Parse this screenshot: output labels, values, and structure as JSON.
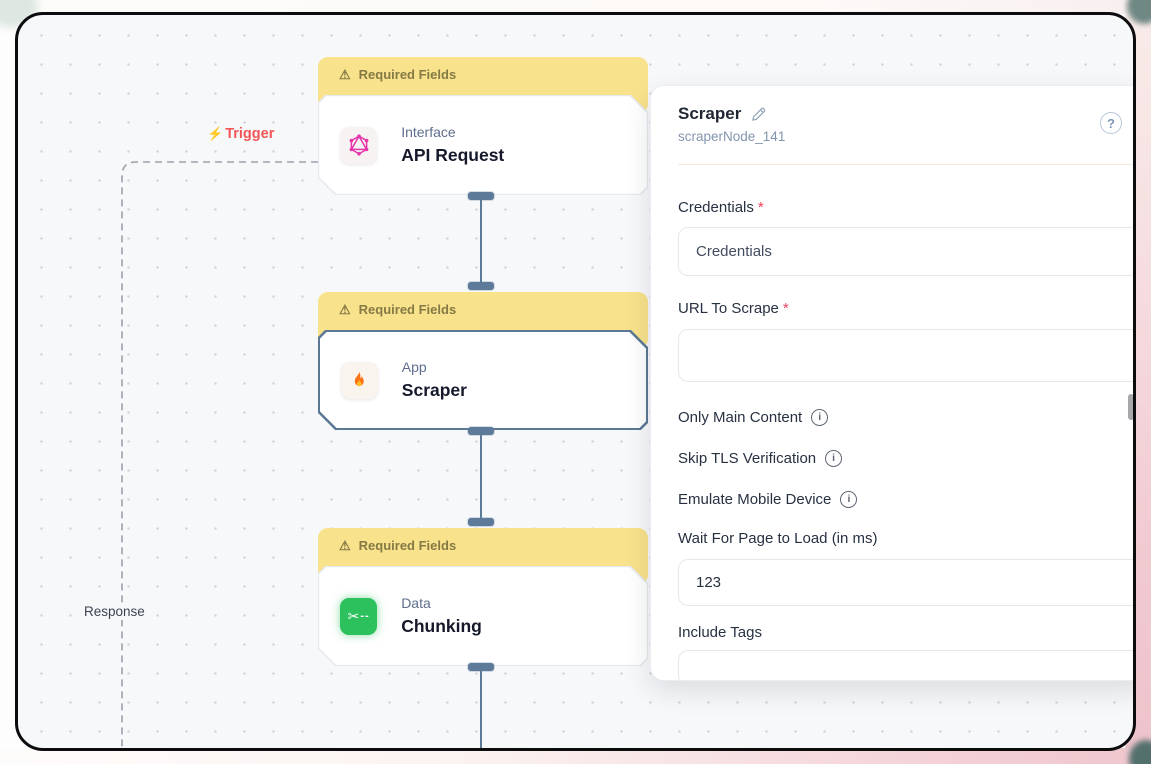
{
  "canvas": {
    "trigger_label": "Trigger",
    "response_label": "Response",
    "nodes": [
      {
        "banner": "Required Fields",
        "category": "Interface",
        "title": "API Request",
        "icon": "graphql-icon"
      },
      {
        "banner": "Required Fields",
        "category": "App",
        "title": "Scraper",
        "icon": "flame-icon"
      },
      {
        "banner": "Required Fields",
        "category": "Data",
        "title": "Chunking",
        "icon": "scissors-icon"
      }
    ]
  },
  "panel": {
    "title": "Scraper",
    "node_id": "scraperNode_141",
    "required_marker": "*",
    "fields": {
      "credentials_label": "Credentials",
      "credentials_value": "Credentials",
      "url_label": "URL To Scrape",
      "url_value": "",
      "only_main_content_label": "Only Main Content",
      "skip_tls_label": "Skip TLS Verification",
      "emulate_mobile_label": "Emulate Mobile Device",
      "wait_label": "Wait For Page to Load (in ms)",
      "wait_value": "123",
      "include_tags_label": "Include Tags"
    }
  },
  "icons": {
    "warning": "⚠",
    "bolt": "⚡",
    "scissors": "✂",
    "scissors_dashes": "--",
    "info": "i",
    "help": "?"
  },
  "colors": {
    "trigger_red": "#F25555",
    "banner_yellow": "#F8E28B",
    "banner_text": "#857A45",
    "connector_slate": "#5D7A99",
    "chunking_green": "#2CC15D",
    "graphql_pink": "#E535AB",
    "required_red": "#F43F5E"
  }
}
